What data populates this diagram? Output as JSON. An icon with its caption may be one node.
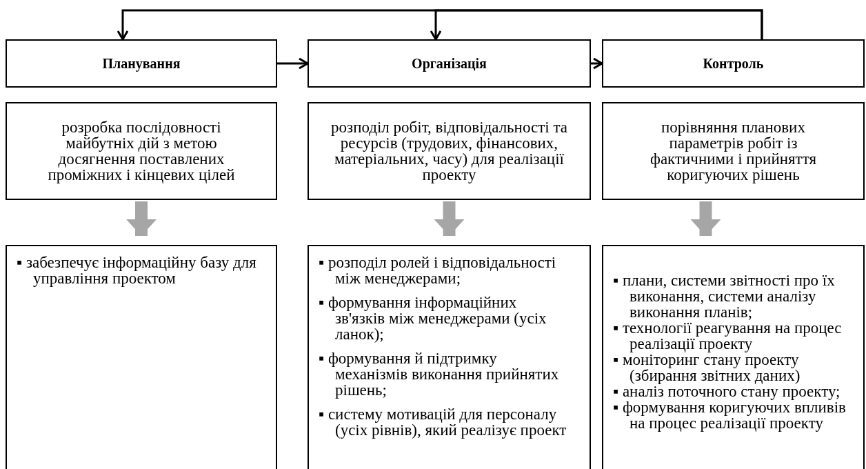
{
  "diagram": {
    "nodes": [
      {
        "text": [
          "Планування"
        ]
      },
      {
        "text": [
          "Організація"
        ]
      },
      {
        "text": [
          "Контроль"
        ]
      },
      {
        "text": [
          "розробка послідовності майбутніх дій з метою досягнення поставлених проміжних і кінцевих цілей"
        ]
      },
      {
        "text": [
          "розподіл робіт, відповідальності та ресурсів (трудових, фінансових, матеріальних, часу) для реалізації проекту"
        ]
      },
      {
        "text": [
          "порівняння планових параметрів робіт із фактичними і прийняття коригуючих рішень"
        ]
      },
      {
        "text": [
          "▪ забезпечує інформаційну базу для управління проектом"
        ]
      },
      {
        "text": [
          "▪ розподіл ролей і відповідальності між менеджерами;",
          "▪ формування інформаційних зв'язків між менеджерами (усіх ланок);",
          "▪ формування й підтримку механізмів виконання прийнятих рішень;",
          "▪ систему мотивацій для персоналу (усіх рівнів), який реалізує проект"
        ]
      },
      {
        "text": [
          "▪ плани, системи звітності про їх виконання, системи аналізу виконання планів;",
          "▪ технології реагування на процес реалізації проекту",
          "▪ моніторинг стану проекту (збирання звітних даних)",
          "▪ аналіз поточного стану проекту;",
          "▪ формування коригуючих впливів на процес реалізації проекту"
        ]
      }
    ],
    "edges": [
      {
        "from": 0,
        "to": 1,
        "arrow": "to"
      },
      {
        "from": 1,
        "to": 2,
        "arrow": "to"
      },
      {
        "from": 2,
        "to": 0,
        "arrow": "to"
      },
      {
        "from": 2,
        "to": 1,
        "arrow": "to"
      },
      {
        "from": 3,
        "to": 6,
        "arrow": "to",
        "style": "thick",
        "color": "#a6a6a6"
      },
      {
        "from": 4,
        "to": 7,
        "arrow": "to",
        "style": "thick",
        "color": "#a6a6a6"
      },
      {
        "from": 5,
        "to": 8,
        "arrow": "to",
        "style": "thick",
        "color": "#a6a6a6"
      }
    ]
  }
}
